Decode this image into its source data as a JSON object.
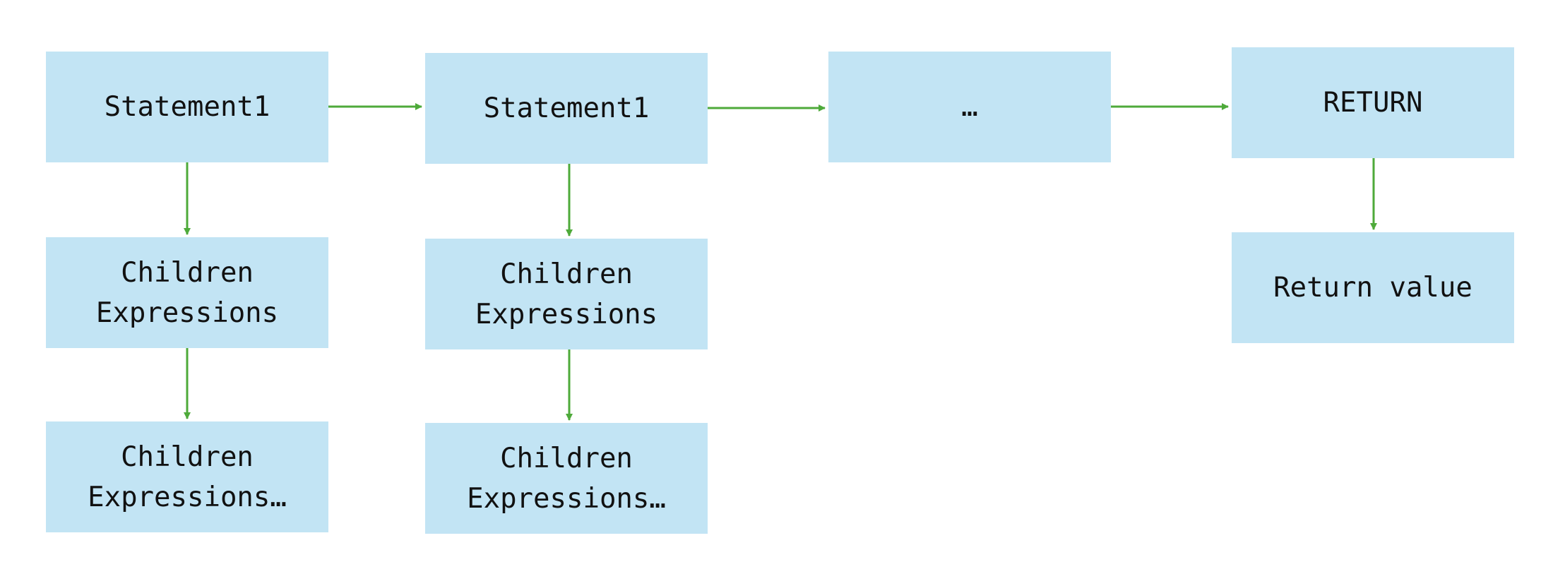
{
  "diagram": {
    "nodes": {
      "statement_a": "Statement1",
      "statement_b": "Statement1",
      "ellipsis": "…",
      "return": "RETURN",
      "children_a1": "Children\nExpressions",
      "children_b1": "Children\nExpressions",
      "return_value": "Return value",
      "children_a2": "Children\nExpressions…",
      "children_b2": "Children\nExpressions…"
    },
    "edges": [
      {
        "from": "statement_a",
        "to": "statement_b"
      },
      {
        "from": "statement_b",
        "to": "ellipsis"
      },
      {
        "from": "ellipsis",
        "to": "return"
      },
      {
        "from": "statement_a",
        "to": "children_a1"
      },
      {
        "from": "children_a1",
        "to": "children_a2"
      },
      {
        "from": "statement_b",
        "to": "children_b1"
      },
      {
        "from": "children_b1",
        "to": "children_b2"
      },
      {
        "from": "return",
        "to": "return_value"
      }
    ],
    "colors": {
      "node_fill": "#c2e4f4",
      "edge": "#4eaa3a",
      "text": "#111111"
    }
  }
}
